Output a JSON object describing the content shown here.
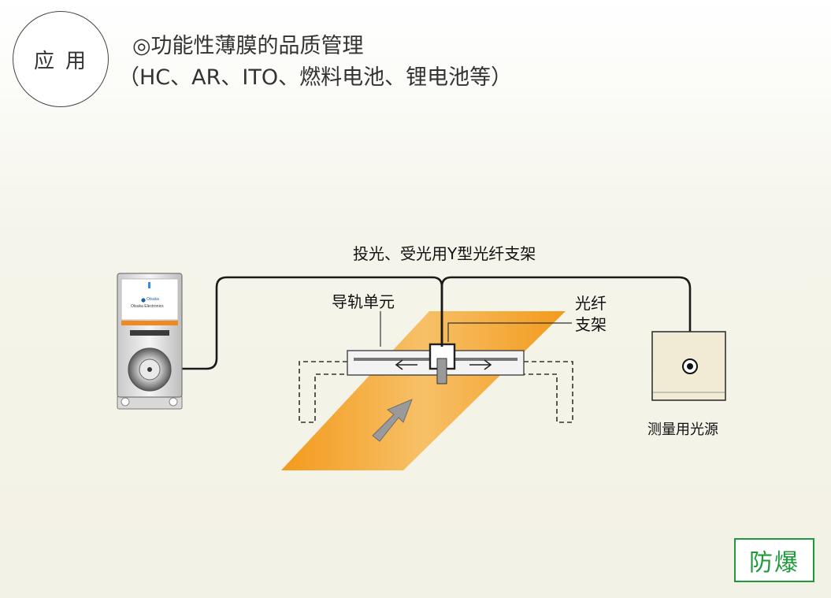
{
  "header": {
    "badge": "应用",
    "title_line1": "◎功能性薄膜的品质管理",
    "title_line2": "（HC、AR、ITO、燃料电池、锂电池等）"
  },
  "diagram": {
    "label_fiber_y": "投光、受光用Y型光纤支架",
    "label_rail": "导轨单元",
    "label_holder_line1": "光纤",
    "label_holder_line2": "支架",
    "label_source": "测量用光源",
    "device_brand": "Otsuka Electronics",
    "device_logo": "Otsuka"
  },
  "footer": {
    "badge": "防爆"
  },
  "colors": {
    "film": "#f4a32a",
    "film_light": "#fbd9a0",
    "badge_green": "#1f9a3a",
    "device_orange": "#ef8a22"
  }
}
